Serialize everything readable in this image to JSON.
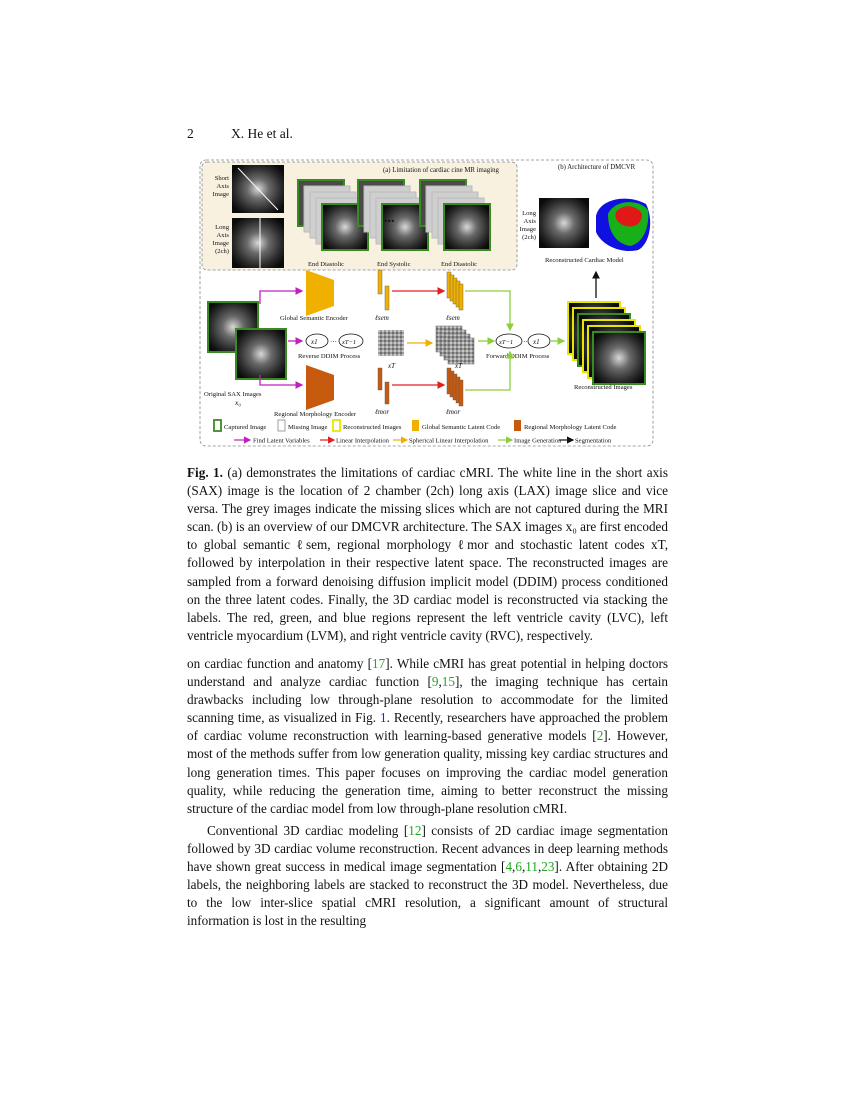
{
  "header": {
    "page_number": "2",
    "authors": "X. He et al."
  },
  "figure": {
    "panel_a_title": "(a) Limitation of cardiac cine MR imaging",
    "panel_b_title": "(b) Architecture of DMCVR",
    "short_axis_label": [
      "Short",
      "Axis",
      "Image"
    ],
    "long_axis_label": [
      "Long",
      "Axis",
      "Image",
      "(2ch)"
    ],
    "ellipsis": "...",
    "phase_labels": [
      "End Diastolic",
      "End Systolic",
      "End Diastolic"
    ],
    "reconstructed_model_label": "Reconstructed Cardiac Model",
    "global_encoder_label": "Global Semantic Encoder",
    "regional_encoder_label": "Regional Morphology Encoder",
    "reverse_ddim_label": "Reverse DDIM Process",
    "forward_ddim_label": "Forward DDIM Process",
    "original_sax_label": "Original SAX Images",
    "x0_label": "x₀",
    "reconstructed_images_label": "Reconstructed Images",
    "ell_sem": "ℓsem",
    "ell_mor": "ℓmor",
    "x_T": "xT",
    "node_x1": "x1",
    "node_xT1": "xT−1",
    "legend_boxes": [
      "Captured Image",
      "Missing Image",
      "Reconstructed Images",
      "Global Semantic Latent Code",
      "Regional Morphology Latent Code"
    ],
    "legend_arrows": [
      "Find Latent Variables",
      "Linear Interpolation",
      "Spherical Linear Interpolation",
      "Image Generation",
      "Segmentation"
    ],
    "colors": {
      "captured": "#3a8a22",
      "reconstructed": "#e6e600",
      "semantic": "#f0b000",
      "morphology": "#c85a10",
      "find_latent": "#c020c0",
      "linear": "#e02020",
      "slerp": "#f0b000",
      "generation": "#8ccf3a",
      "segmentation": "#111111",
      "panel_a_bg": "#f8f1e0"
    }
  },
  "caption": {
    "label": "Fig. 1.",
    "text": " (a) demonstrates the limitations of cardiac cMRI. The white line in the short axis (SAX) image is the location of 2 chamber (2ch) long axis (LAX) image slice and vice versa. The grey images indicate the missing slices which are not captured during the MRI scan. (b) is an overview of our DMCVR architecture. The SAX images x₀ are first encoded to global semantic ℓsem, regional morphology ℓmor and stochastic latent codes xT, followed by interpolation in their respective latent space. The reconstructed images are sampled from a forward denoising diffusion implicit model (DDIM) process conditioned on the three latent codes. Finally, the 3D cardiac model is reconstructed via stacking the labels. The red, green, and blue regions represent the left ventricle cavity (LVC), left ventricle myocardium (LVM), and right ventricle cavity (RVC), respectively."
  },
  "paragraph1": {
    "p1": "on cardiac function and anatomy [",
    "r1": "17",
    "p2": "]. While cMRI has great potential in helping doctors understand and analyze cardiac function [",
    "r2a": "9",
    "sep": ",",
    "r2b": "15",
    "p3": "], the imaging technique has certain drawbacks including low through-plane resolution to accommodate for the limited scanning time, as visualized in Fig. ",
    "figref": "1",
    "p4": ". Recently, researchers have approached the problem of cardiac volume reconstruction with learning-based generative models [",
    "r3": "2",
    "p5": "]. However, most of the methods suffer from low generation quality, missing key cardiac structures and long generation times. This paper focuses on improving the cardiac model generation quality, while reducing the generation time, aiming to better reconstruct the missing structure of the cardiac model from low through-plane resolution cMRI."
  },
  "paragraph2": {
    "p1": "Conventional 3D cardiac modeling [",
    "r1": "12",
    "p2": "] consists of 2D cardiac image segmentation followed by 3D cardiac volume reconstruction. Recent advances in deep learning methods have shown great success in medical image segmentation [",
    "r2a": "4",
    "r2b": "6",
    "r2c": "11",
    "r2d": "23",
    "sep": ",",
    "p3": "]. After obtaining 2D labels, the neighboring labels are stacked to reconstruct the 3D model. Nevertheless, due to the low inter-slice spatial cMRI resolution, a significant amount of structural information is lost in the resulting"
  }
}
